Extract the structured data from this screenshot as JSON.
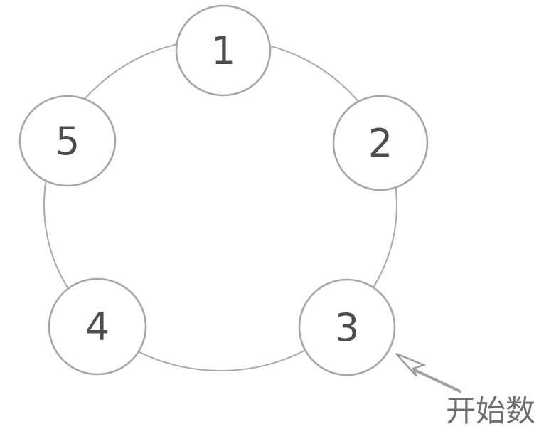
{
  "diagram": {
    "nodes": [
      {
        "label": "1"
      },
      {
        "label": "2"
      },
      {
        "label": "3"
      },
      {
        "label": "4"
      },
      {
        "label": "5"
      }
    ],
    "annotation": {
      "label": "开始数"
    },
    "colors": {
      "background": "#ffffff",
      "ring_stroke": "#a9a9a9",
      "node_stroke": "#a6a6a6",
      "node_fill": "#ffffff",
      "number_text": "#4d4d4d",
      "arrow": "#9c9c9c",
      "annotation_text": "#6e6e6e"
    }
  }
}
